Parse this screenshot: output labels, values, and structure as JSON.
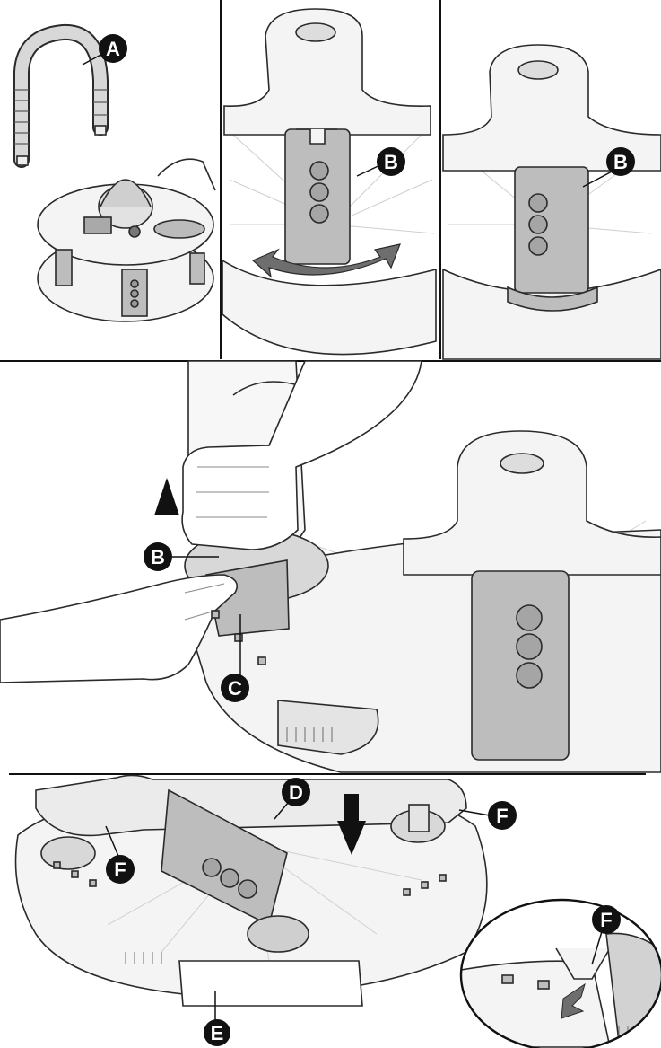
{
  "callouts": {
    "a": "A",
    "b1": "B",
    "b2": "B",
    "b3": "B",
    "c": "C",
    "d": "D",
    "e": "E",
    "f1": "F",
    "f2": "F",
    "f3": "F"
  },
  "colors": {
    "line": "#2a2a2a",
    "part_fill": "#f4f4f4",
    "leg_fill": "#bdbdbd",
    "leg_dark": "#9a9a9a",
    "arrow_fill": "#6e6e6e",
    "marker_fill": "#111111"
  }
}
